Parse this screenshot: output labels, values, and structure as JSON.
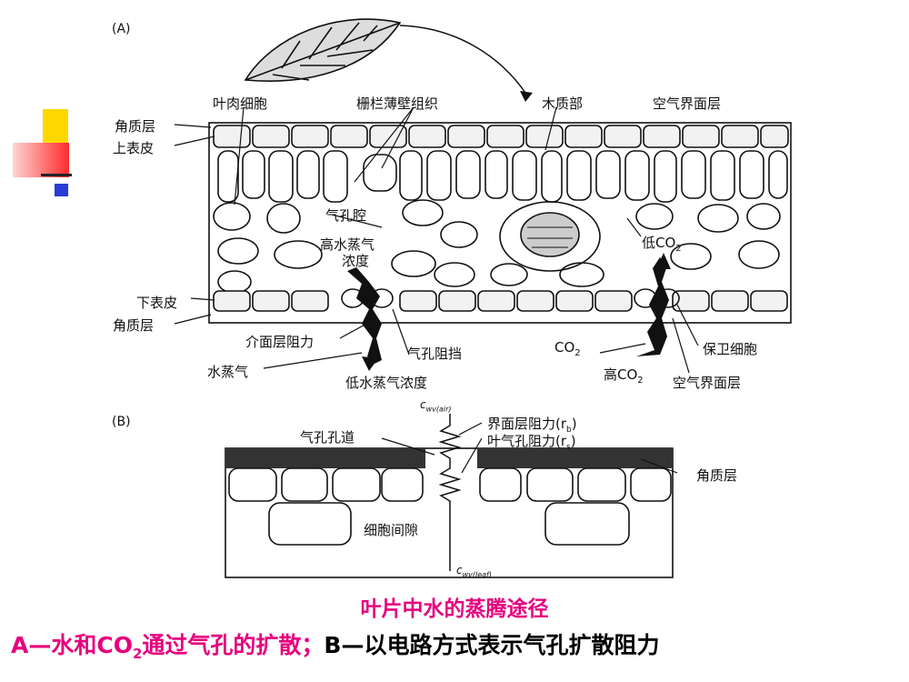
{
  "panel_a": {
    "tag": "(A)",
    "labels": {
      "mesophyll_cell": "叶肉细胞",
      "palisade_cell": "栅栏薄壁组织",
      "xylem": "木质部",
      "air_boundary_top": "空气界面层",
      "cuticle_top": "角质层",
      "upper_epidermis": "上表皮",
      "stomatal_cavity": "气孔腔",
      "high_water_vapor_1": "高水蒸气",
      "high_water_vapor_2": "浓度",
      "low_co2": "低CO",
      "lower_epidermis": "下表皮",
      "cuticle_bottom": "角质层",
      "boundary_resistance": "介面层阻力",
      "stomatal_resistance": "气孔阻挡",
      "co2": "CO",
      "guard_cell": "保卫细胞",
      "water_vapor": "水蒸气",
      "low_water_vapor": "低水蒸气浓度",
      "high_co2": "高CO",
      "air_boundary_bottom": "空气界面层"
    }
  },
  "panel_b": {
    "tag": "(B)",
    "labels": {
      "c_wv_air": "c",
      "boundary_r": "界面层阻力(r",
      "leaf_r": "叶气孔阻力(r",
      "stomatal_pore": "气孔孔道",
      "cuticle": "角质层",
      "intercellular": "细胞间隙",
      "c_wv_leaf": "c"
    }
  },
  "caption": {
    "title": "叶片中水的蒸腾途径",
    "a_part": "A—水和CO",
    "a_sub": "2",
    "a_rest": "通过气孔的扩散；",
    "b_part": "B—以电路方式表示气孔扩散阻力"
  },
  "colors": {
    "accent_pink": "#e6007e",
    "deco_yellow": "#ffd700",
    "deco_red": "#ff3b3b",
    "deco_blue": "#2b3cd6"
  }
}
